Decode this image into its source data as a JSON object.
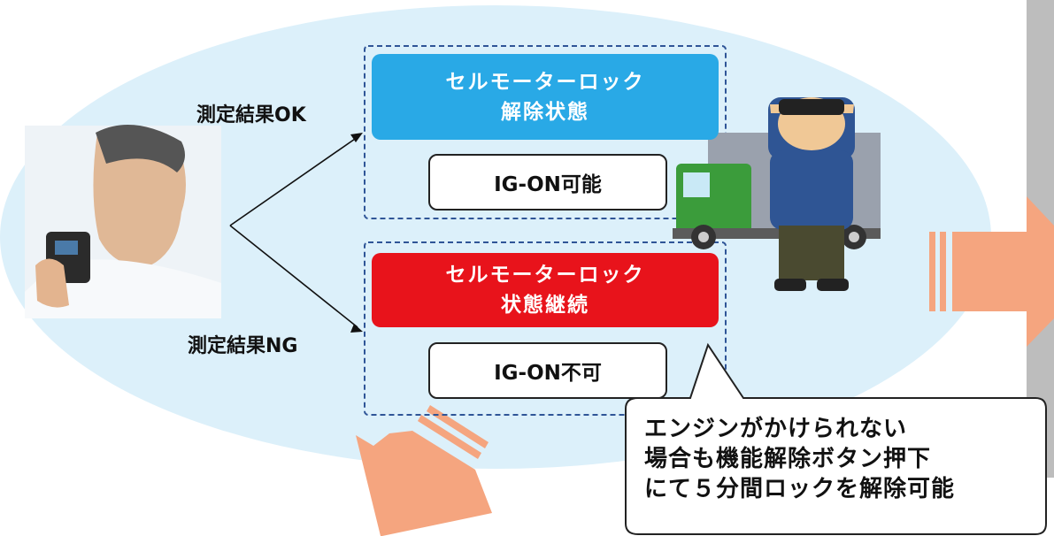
{
  "result_ok": {
    "label": "測定結果OK",
    "header_line1": "セルモーターロック",
    "header_line2": "解除状態",
    "status": "IG-ON可能",
    "header_color": "#29a9e6"
  },
  "result_ng": {
    "label": "測定結果NG",
    "header_line1": "セルモーターロック",
    "header_line2": "状態継続",
    "status": "IG-ON不可",
    "header_color": "#e8131b"
  },
  "callout": {
    "line1": "エンジンがかけられない",
    "line2": "場合も機能解除ボタン押下",
    "line3": "にて５分間ロックを解除可能"
  },
  "colors": {
    "ellipse_fill": "#dcf0fa",
    "arrow_fill": "#f5a57f",
    "dashed_border": "#2f5597",
    "side_panel": "#bdbdbd"
  }
}
